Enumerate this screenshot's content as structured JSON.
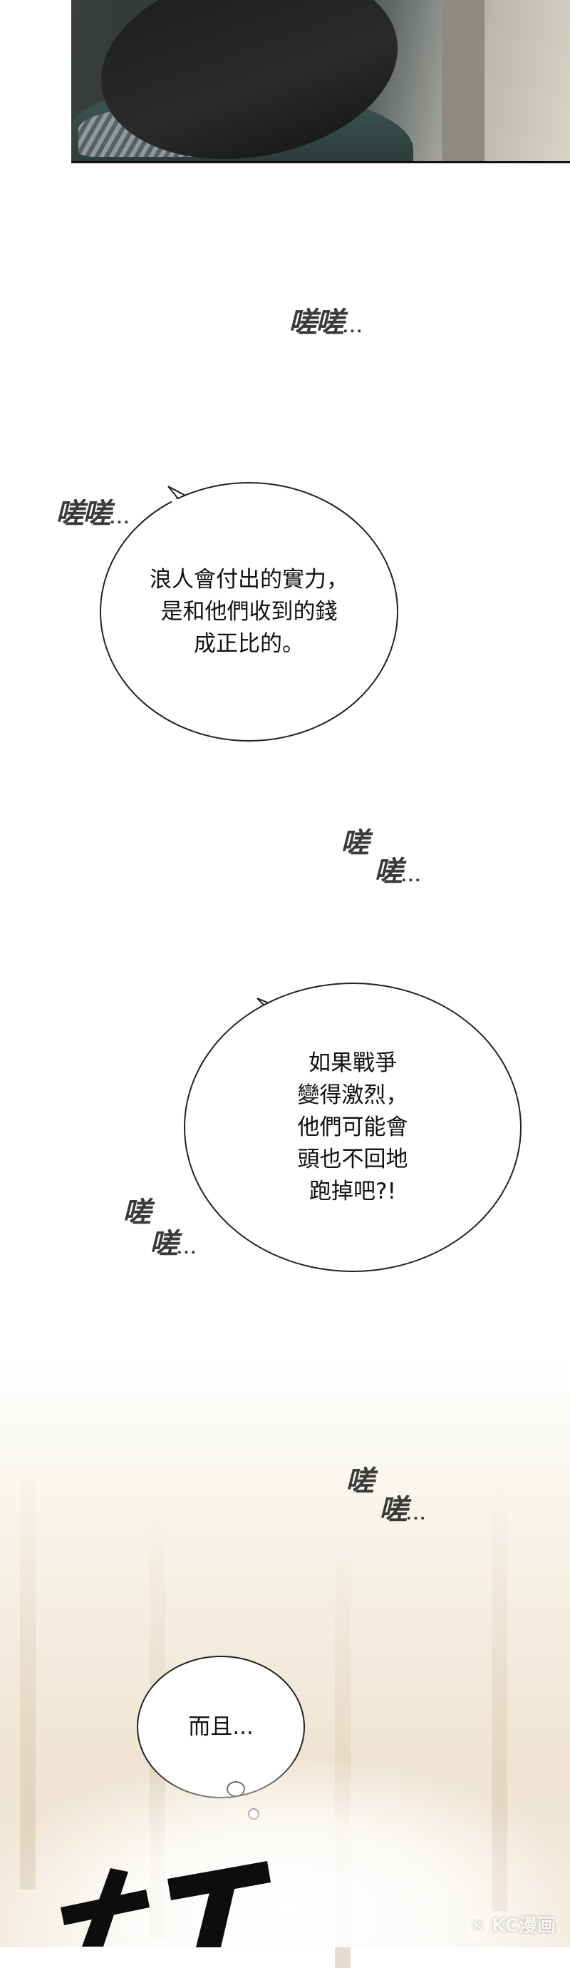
{
  "sfx": {
    "whisper": "嗟嗟",
    "whisper_char": "嗟",
    "dots": "..."
  },
  "bubbles": {
    "bubble1": [
      "浪人會付出的實力，",
      "是和他們收到的錢",
      "成正比的。"
    ],
    "bubble2": [
      "如果戰爭",
      "變得激烈，",
      "他們可能會",
      "頭也不回地",
      "跑掉吧?!"
    ],
    "bubble3": [
      "而且..."
    ]
  },
  "watermark": {
    "icon": "K",
    "text": "KC漫画"
  },
  "colors": {
    "ink": "#111111",
    "sfx": "#3a3a3a",
    "bubble_fill": "#ffffff"
  }
}
